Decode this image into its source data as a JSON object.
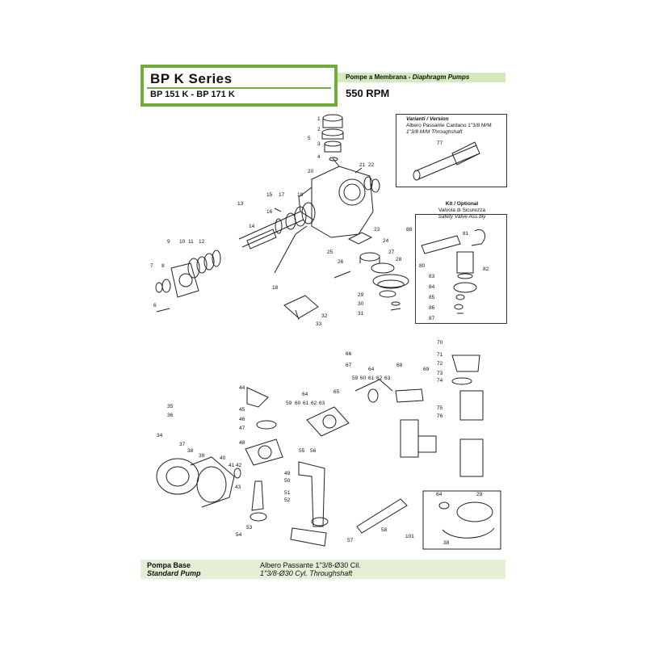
{
  "header": {
    "series_title": "BP K  Series",
    "models": "BP 151 K - BP 171 K",
    "category_it": "Pompe a Membrana - ",
    "category_en": "Diaphragm Pumps",
    "rpm": "550 RPM"
  },
  "footer": {
    "left_it": "Pompa Base",
    "left_en": "Standard Pump",
    "right_it": "Albero Passante 1\"3/8-Ø30 Cil.",
    "right_en": "1\"3/8-Ø30 Cyl. Throughshaft"
  },
  "variant_box": {
    "title": "Varianti  /  Version",
    "line1": "Albero Passante Cardano 1\"3/8 M/M",
    "line2": "1\"3/8 M/M Throughshaft"
  },
  "kit_box": {
    "title": "Kit / Optional",
    "line1": "Valvola di Sicurezza",
    "line2": "Safety Valve Ass.bly"
  },
  "part_labels": {
    "p1": "1",
    "p2": "2",
    "p3": "3",
    "p4": "4",
    "p5": "5",
    "p6": "6",
    "p7": "7",
    "p8": "8",
    "p9": "9",
    "p10": "10",
    "p11": "11",
    "p12": "12",
    "p13": "13",
    "p14": "14",
    "p15": "15",
    "p16": "16",
    "p17": "17",
    "p18": "18",
    "p19": "19",
    "p20": "20",
    "p21": "21",
    "p22": "22",
    "p23": "23",
    "p24": "24",
    "p25": "25",
    "p26": "26",
    "p27": "27",
    "p28": "28",
    "p29": "29",
    "p30": "30",
    "p31": "31",
    "p32": "32",
    "p33": "33",
    "p34": "34",
    "p35": "35",
    "p36": "36",
    "p37": "37",
    "p38": "38",
    "p39": "39",
    "p40": "40",
    "p41": "41",
    "p42": "42",
    "p43": "43",
    "p44": "44",
    "p45": "45",
    "p46": "46",
    "p47": "47",
    "p48": "48",
    "p49": "49",
    "p50": "50",
    "p51": "51",
    "p52": "52",
    "p53": "53",
    "p54": "54",
    "p55": "55",
    "p56": "56",
    "p57": "57",
    "p58": "58",
    "p59a": "59",
    "p60a": "60",
    "p61a": "61",
    "p62a": "62",
    "p63a": "63",
    "p64a": "64",
    "p65": "65",
    "p66": "66",
    "p67": "67",
    "p59b": "59",
    "p60b": "60",
    "p61b": "61",
    "p62b": "62",
    "p63b": "63",
    "p64b": "64",
    "p68": "68",
    "p69": "69",
    "p70": "70",
    "p71": "71",
    "p72": "72",
    "p73": "73",
    "p74": "74",
    "p75": "75",
    "p76": "76",
    "p77": "77",
    "p80": "80",
    "p81": "81",
    "p82": "82",
    "p83": "83",
    "p84": "84",
    "p85": "85",
    "p86": "86",
    "p87": "87",
    "p88": "88",
    "p64c": "64",
    "p29b": "29",
    "p38b": "38",
    "p101": "101"
  },
  "colors": {
    "accent_green": "#6fad3a",
    "header_band": "#d6e8bd",
    "footer_band": "#e4efd6",
    "line": "#222222"
  }
}
